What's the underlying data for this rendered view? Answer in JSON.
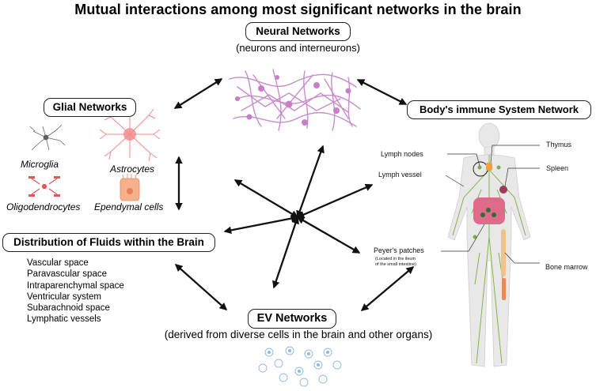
{
  "title": "Mutual interactions among most significant networks in the brain",
  "neural": {
    "label": "Neural Networks",
    "subtitle": "(neurons and interneurons)"
  },
  "glial": {
    "label": "Glial Networks",
    "cells": {
      "microglia": "Microglia",
      "astrocytes": "Astrocytes",
      "oligodendrocytes": "Oligodendrocytes",
      "ependymal": "Ependymal cells"
    }
  },
  "immune": {
    "label": "Body's immune System Network",
    "annotations": {
      "lymph_nodes": "Lymph nodes",
      "lymph_vessel": "Lymph vessel",
      "thymus": "Thymus",
      "spleen": "Spleen",
      "peyers": "Peyer's patches",
      "peyers_note_1": "(Located in the ileum",
      "peyers_note_2": "of the small intestine)",
      "bone_marrow": "Bone marrow"
    }
  },
  "fluids": {
    "label": "Distribution of Fluids within the Brain",
    "items": [
      "Vascular space",
      "Paravascular space",
      "Intraparenchymal space",
      "Ventricular system",
      "Subarachnoid space",
      "Lymphatic vessels"
    ]
  },
  "ev": {
    "label": "EV Networks",
    "subtitle": "(derived from diverse cells in the brain and other organs)"
  },
  "colors": {
    "neuron": "#c77fc9",
    "astrocyte": "#f08a8a",
    "oligodendrocyte": "#e35656",
    "ependymal": "#f4a57a",
    "body": "#e9e9e9",
    "lymph": "#7aae3c",
    "organ": "#e06a8a",
    "bone": "#f2c28b",
    "ev": "#8fb8e0"
  }
}
